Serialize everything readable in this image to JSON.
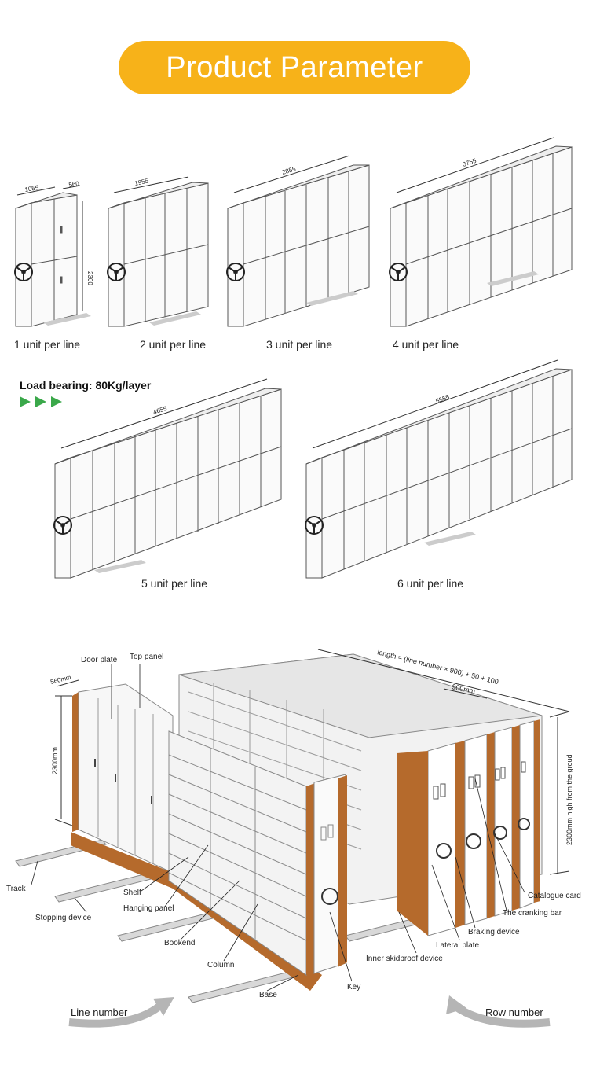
{
  "header": {
    "title": "Product Parameter"
  },
  "load_bearing": "Load bearing: 80Kg/layer",
  "units": [
    {
      "caption": "1 unit per line",
      "length": "1055"
    },
    {
      "caption": "2 unit per line",
      "length": "1955"
    },
    {
      "caption": "3 unit per line",
      "length": "2855"
    },
    {
      "caption": "4 unit per line",
      "length": "3755"
    },
    {
      "caption": "5 unit per line",
      "length": "4655"
    },
    {
      "caption": "6 unit per line",
      "length": "5555"
    }
  ],
  "dims": {
    "depth": "560",
    "height": "2300"
  },
  "diagram": {
    "depth_label": "560mm",
    "height_label": "2300mm",
    "formula": "length = (line number × 900) + 50 + 100",
    "width_label": "900mm",
    "height_right": "2300mm high from the groud",
    "parts": {
      "door_plate": "Door plate",
      "top_panel": "Top panel",
      "track": "Track",
      "stopping_device": "Stopping device",
      "shelf": "Shelf",
      "hanging_panel": "Hanging panel",
      "bookend": "Bookend",
      "column": "Column",
      "base": "Base",
      "key": "Key",
      "inner_skidproof": "Inner skidproof device",
      "lateral_plate": "Lateral plate",
      "braking_device": "Braking device",
      "cranking_bar": "The cranking bar",
      "catalogue_card": "Catalogue card"
    },
    "line_number": "Line number",
    "row_number": "Row number"
  },
  "colors": {
    "banner": "#f7b219",
    "arrow_green": "#3aa84a",
    "wood": "#b56a2c",
    "steel": "#e8e8e8"
  }
}
